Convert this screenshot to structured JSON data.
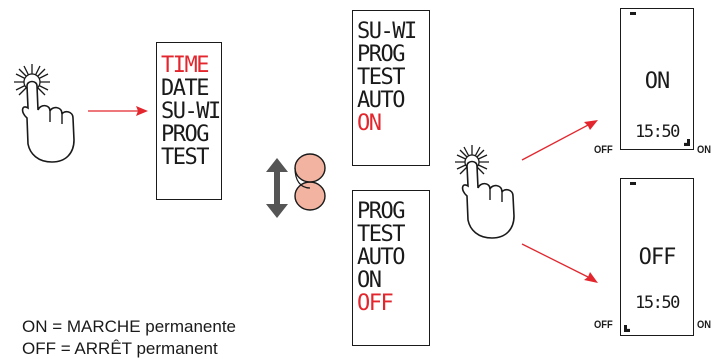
{
  "menu1": {
    "items": [
      {
        "label": "TIME",
        "color": "#e3262d"
      },
      {
        "label": "DATE",
        "color": "#1a1a1a"
      },
      {
        "label": "SU-WI",
        "color": "#1a1a1a"
      },
      {
        "label": "PROG",
        "color": "#1a1a1a"
      },
      {
        "label": "TEST",
        "color": "#1a1a1a"
      }
    ]
  },
  "menu2": {
    "items": [
      {
        "label": "SU-WI",
        "color": "#1a1a1a"
      },
      {
        "label": "PROG",
        "color": "#1a1a1a"
      },
      {
        "label": "TEST",
        "color": "#1a1a1a"
      },
      {
        "label": "AUTO",
        "color": "#1a1a1a"
      },
      {
        "label": "ON",
        "color": "#e3262d"
      }
    ]
  },
  "menu3": {
    "items": [
      {
        "label": "PROG",
        "color": "#1a1a1a"
      },
      {
        "label": "TEST",
        "color": "#1a1a1a"
      },
      {
        "label": "AUTO",
        "color": "#1a1a1a"
      },
      {
        "label": "ON",
        "color": "#1a1a1a"
      },
      {
        "label": "OFF",
        "color": "#e3262d"
      }
    ]
  },
  "display_on": {
    "state": "ON",
    "time": "15:50",
    "left_label": "OFF",
    "right_label": "ON"
  },
  "display_off": {
    "state": "OFF",
    "time": "15:50",
    "left_label": "OFF",
    "right_label": "ON"
  },
  "legend": {
    "on_line": "ON = MARCHE permanente",
    "off_line": "OFF = ARRÊT permanent"
  },
  "icons": [
    "tap-hand-icon",
    "right-arrow-icon",
    "up-down-arrow-icon",
    "rocker-button-icon"
  ],
  "colors": {
    "accent_red": "#e3262d",
    "button_fill": "#f2b3a0",
    "arrow_gray": "#555555"
  }
}
